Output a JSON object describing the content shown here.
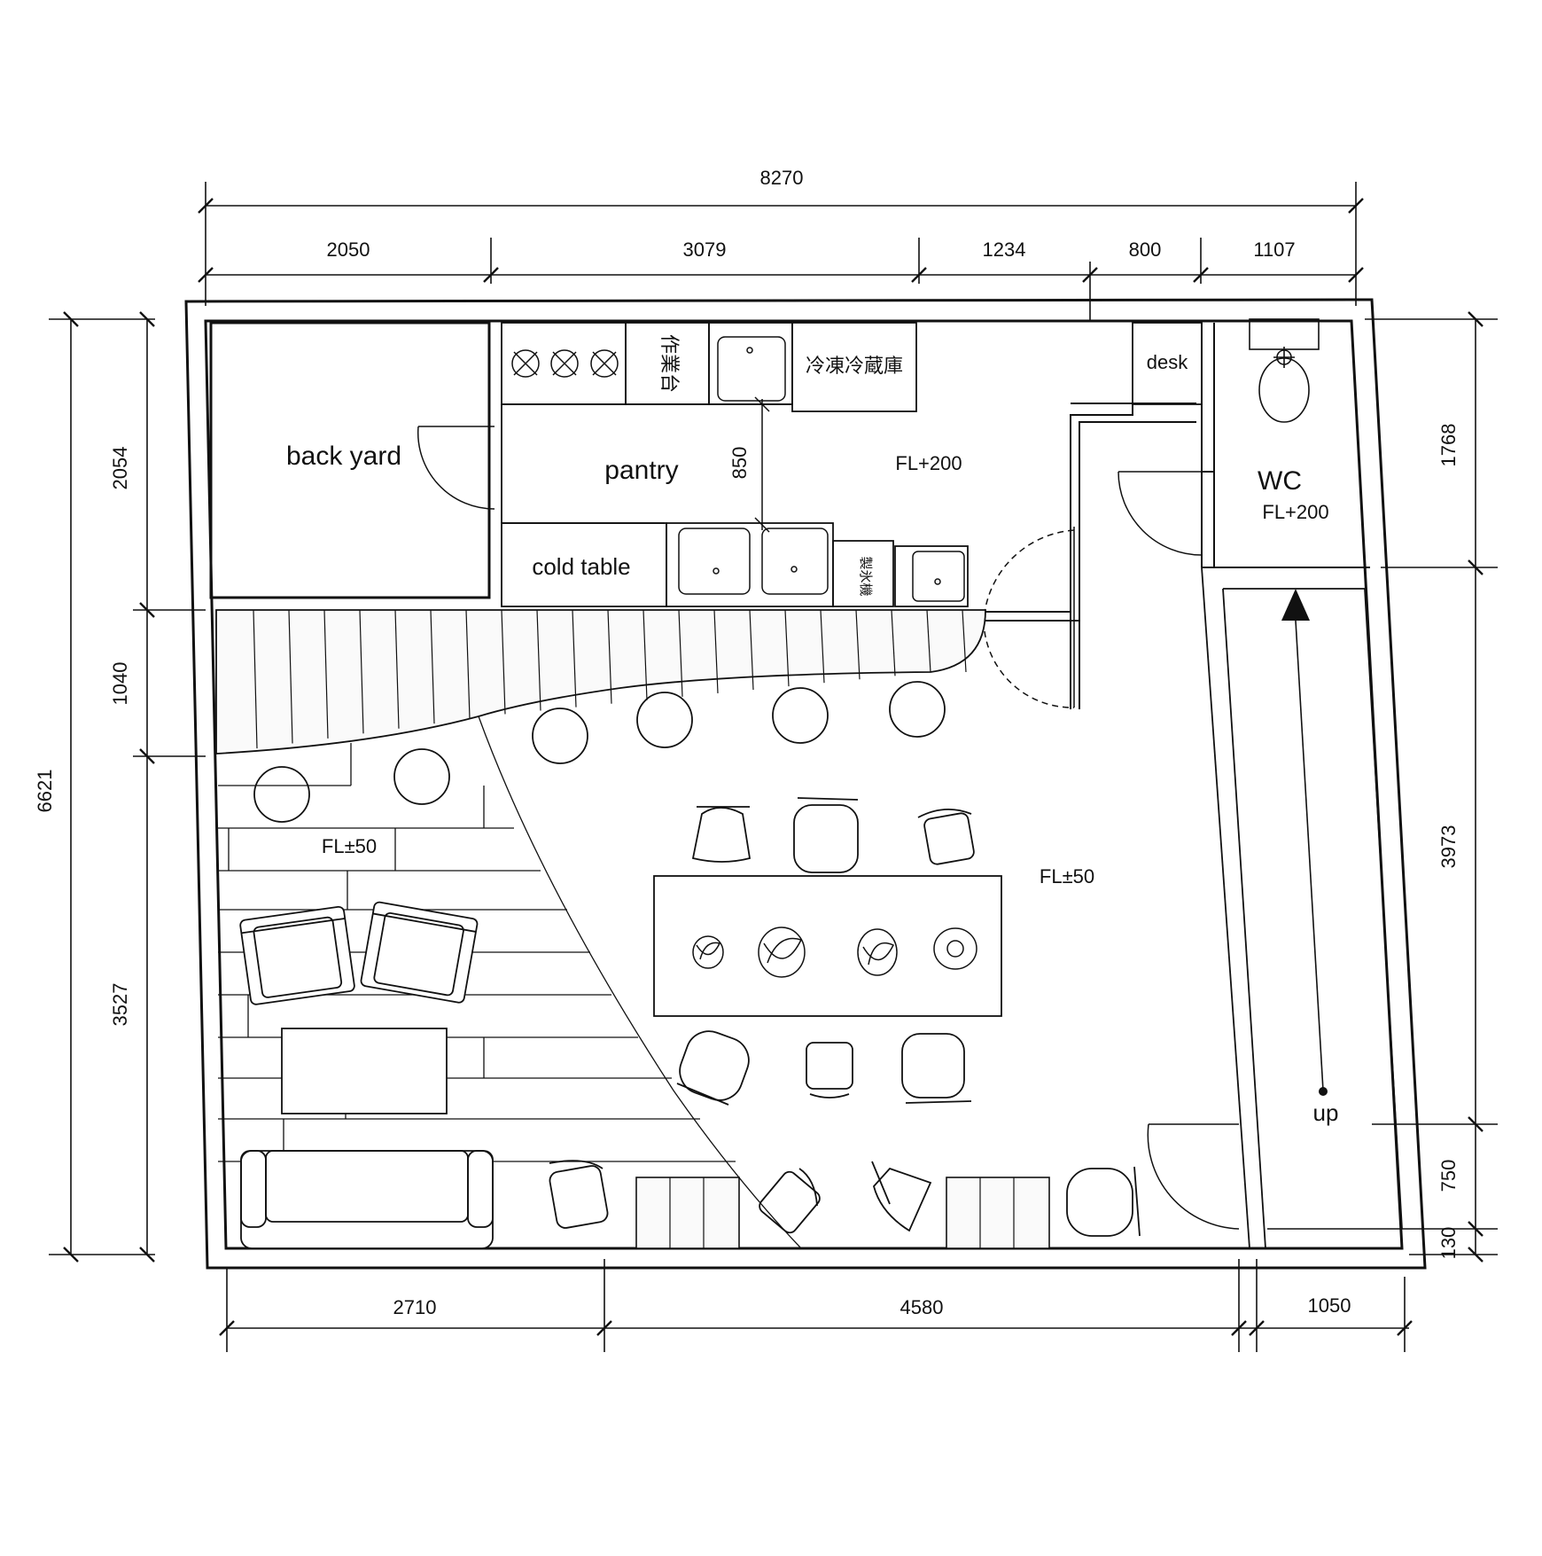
{
  "dimensions": {
    "top_total": "8270",
    "top_segments": [
      "2050",
      "3079",
      "1234",
      "800",
      "1107"
    ],
    "bottom_segments": [
      "2710",
      "4580",
      "1050"
    ],
    "left_total": "6621",
    "left_segments": [
      "2054",
      "1040",
      "3527"
    ],
    "right_segments": [
      "1768",
      "3973",
      "750",
      "130"
    ]
  },
  "rooms": {
    "back_yard": "back yard",
    "pantry": "pantry",
    "pantry_dim": "850",
    "cold_table": "cold table",
    "work_table": "作業台",
    "freezer": "冷凍冷蔵庫",
    "ice_maker": "製氷機",
    "desk": "desk",
    "wc": "WC",
    "wc_level": "FL+200",
    "kitchen_level": "FL+200",
    "lounge_level": "FL±50",
    "cafe_level": "FL±50",
    "stair_label": "up"
  }
}
